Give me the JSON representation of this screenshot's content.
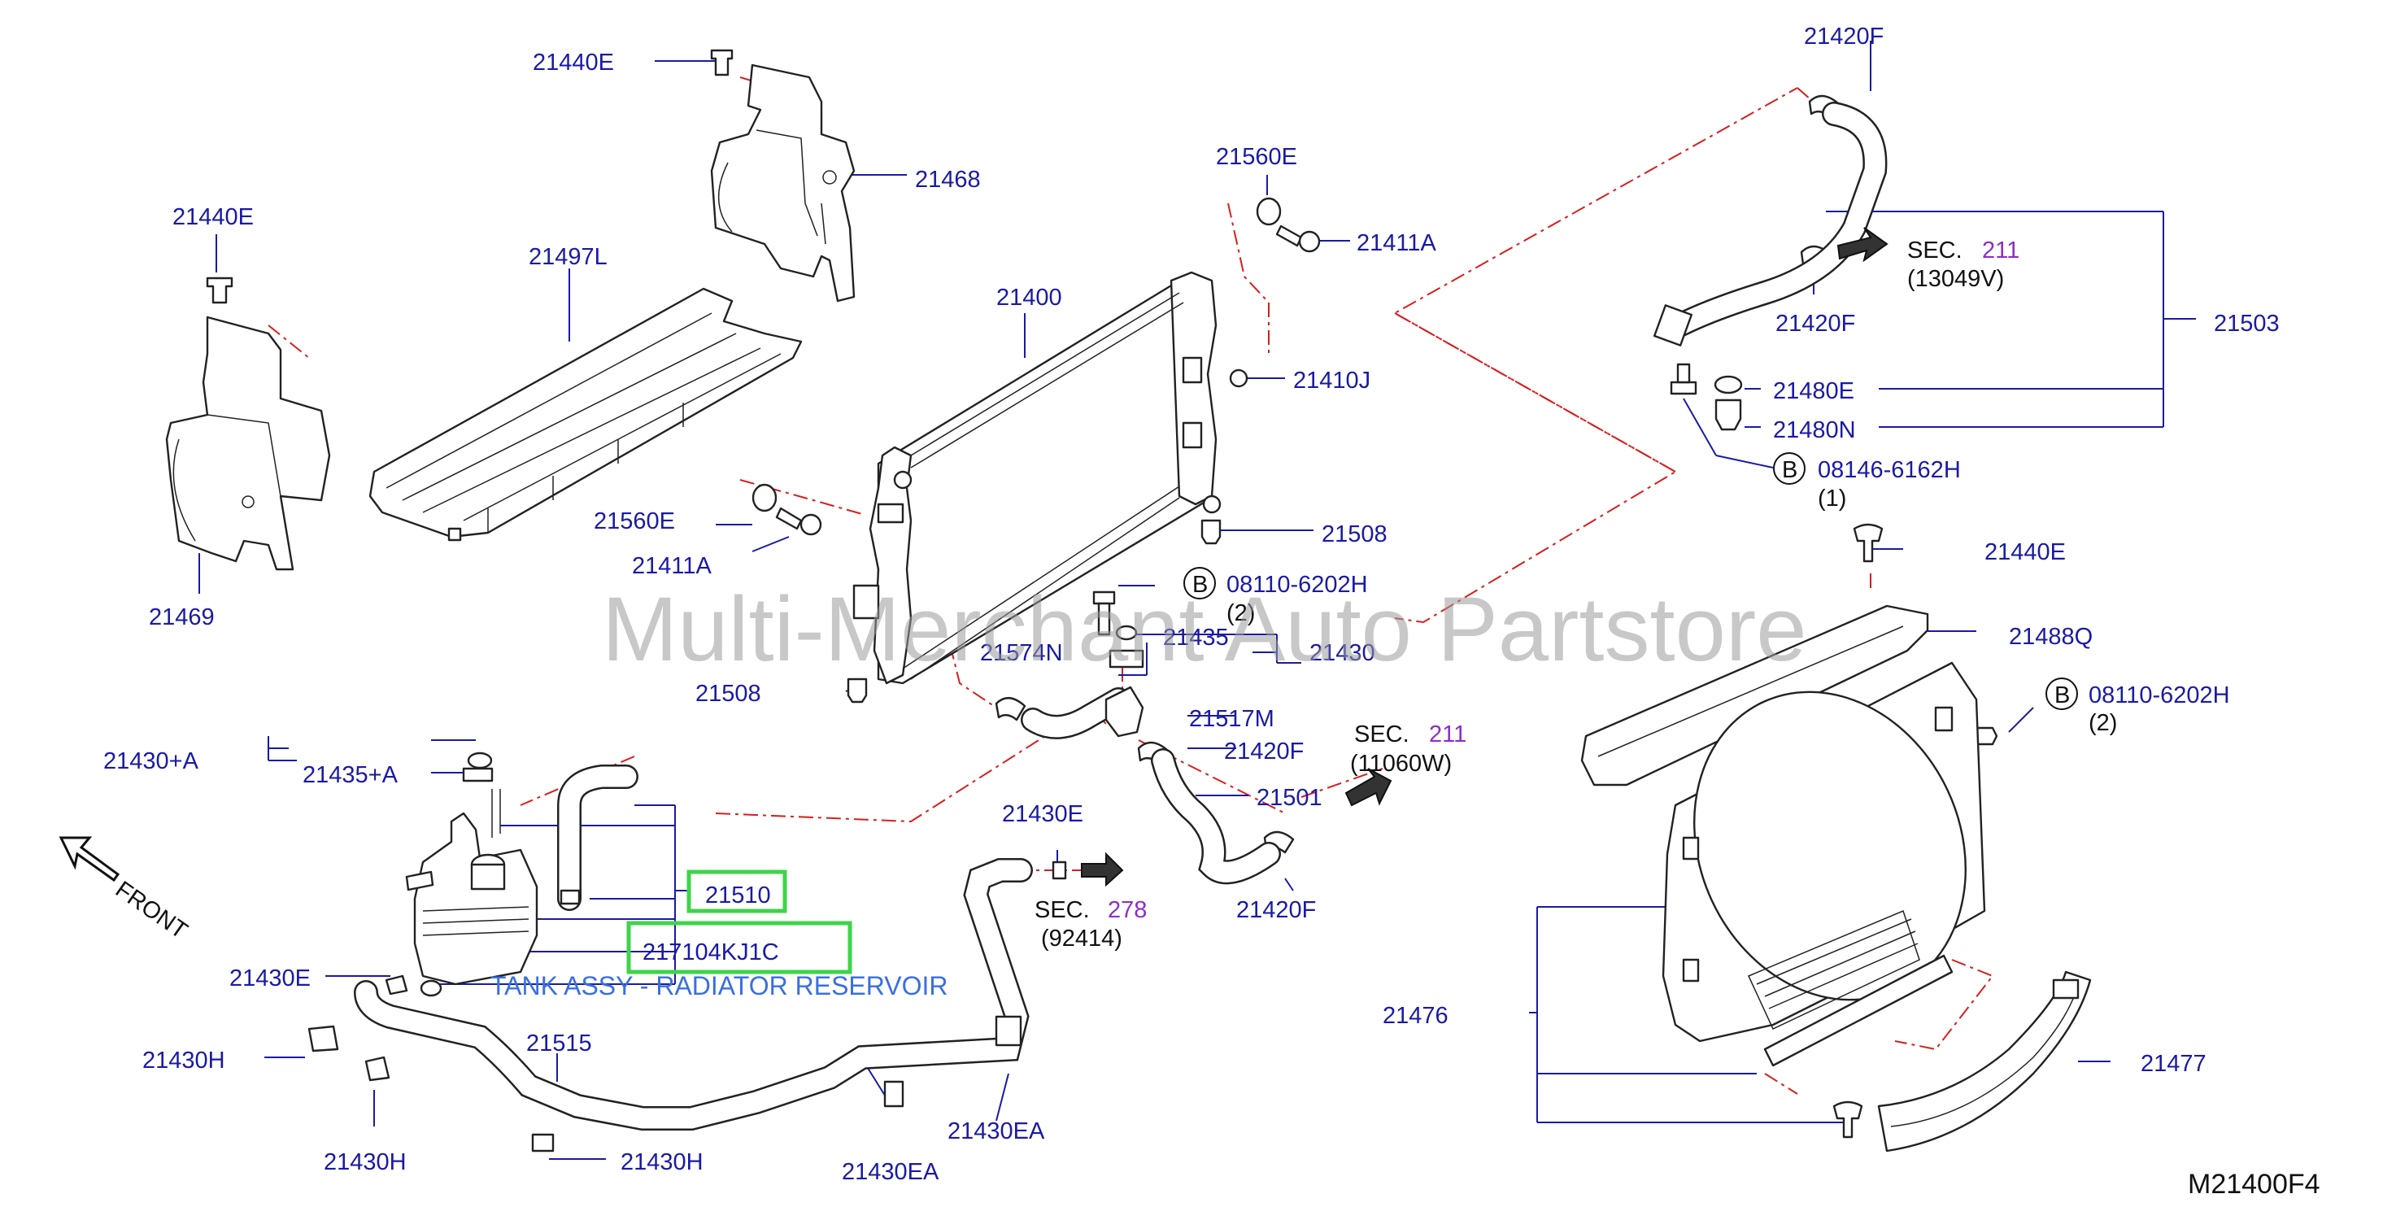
{
  "labels": {
    "l_21440E_a": "21440E",
    "l_21468": "21468",
    "l_21440E_b": "21440E",
    "l_21497L": "21497L",
    "l_21469": "21469",
    "l_21560E_a": "21560E",
    "l_21411A_a": "21411A",
    "l_21400": "21400",
    "l_21560E_b": "21560E",
    "l_21411A_b": "21411A",
    "l_21410J": "21410J",
    "l_21508_a": "21508",
    "l_21508_b": "21508",
    "l_08110_a": "08110-6202H",
    "l_08110_a_qty": "(2)",
    "l_21435": "21435",
    "l_21430": "21430",
    "l_21574N": "21574N",
    "l_21517M": "21517M",
    "l_21420F_a": "21420F",
    "l_21501": "21501",
    "l_21420F_b": "21420F",
    "l_21420F_top": "21420F",
    "l_21420F_mid": "21420F",
    "l_21503": "21503",
    "l_21480E": "21480E",
    "l_21480N": "21480N",
    "l_08146": "08146-6162H",
    "l_08146_qty": "(1)",
    "l_21440E_c": "21440E",
    "l_21488Q": "21488Q",
    "l_08110_b": "08110-6202H",
    "l_08110_b_qty": "(2)",
    "l_21476": "21476",
    "l_21477": "21477",
    "l_21430A": "21430+A",
    "l_21435A": "21435+A",
    "l_21430E_a": "21430E",
    "l_21430E_b": "21430E",
    "l_21430H_a": "21430H",
    "l_21430H_b": "21430H",
    "l_21430H_c": "21430H",
    "l_21515": "21515",
    "l_21430EA_a": "21430EA",
    "l_21430EA_b": "21430EA",
    "l_front": "FRONT",
    "l_b1": "B",
    "l_b2": "B",
    "l_b3": "B"
  },
  "sections": {
    "sec_word": "SEC.",
    "s211_a": "211",
    "s211_a_code": "(13049V)",
    "s211_b": "211",
    "s211_b_code": "(11060W)",
    "s278": "278",
    "s278_code": "(92414)"
  },
  "highlight": {
    "part_21510": "21510",
    "part_number": "217104KJ1C",
    "description": "TANK ASSY - RADIATOR RESERVOIR"
  },
  "watermark": "Multi-Merchant Auto Partstore",
  "diagram_ref": "M21400F4",
  "colors": {
    "label": "#1a1aa6",
    "section_ref": "#8b2fc9",
    "leader_dash": "#d81e1e",
    "highlight_box": "#3fd44a",
    "description": "#3a6fe0"
  }
}
